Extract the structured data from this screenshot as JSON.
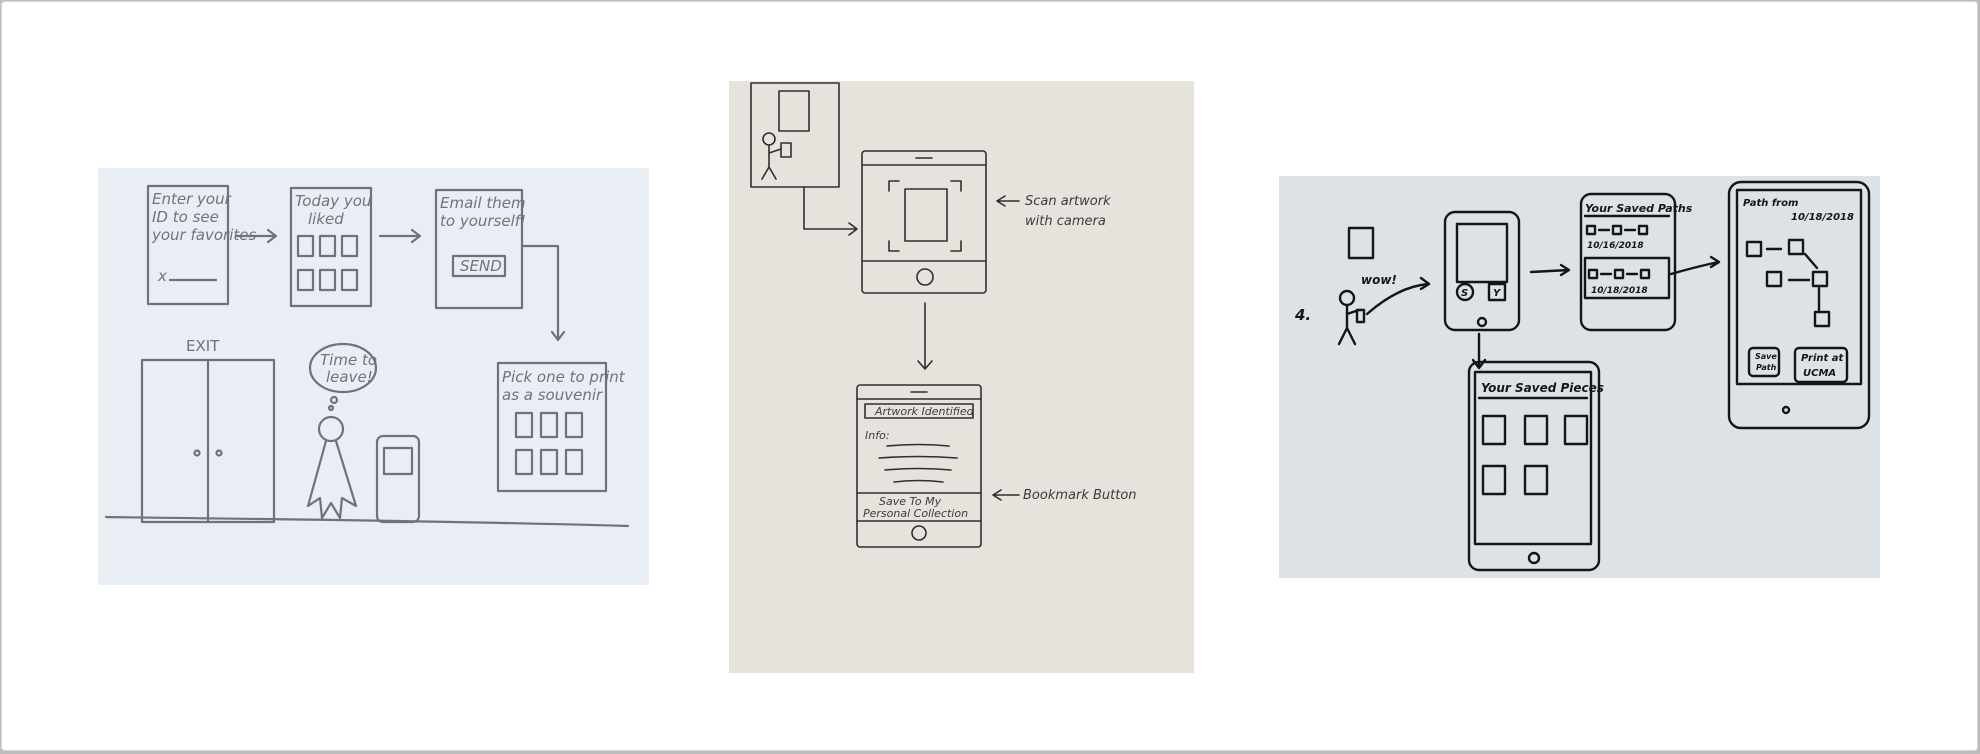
{
  "sketch1": {
    "screen1_text": [
      "Enter your",
      "ID to see",
      "your favorites"
    ],
    "screen1_field_mark": "x",
    "screen2_text": [
      "Today you",
      "liked"
    ],
    "screen3_text": [
      "Email them",
      "to yourself!"
    ],
    "send_button": "SEND",
    "exit_sign": "EXIT",
    "thought_bubble": [
      "Time to",
      "leave!"
    ],
    "kiosk_text": [
      "Pick one to print",
      "as a souvenir"
    ]
  },
  "sketch2": {
    "scan_note": [
      "Scan artwork",
      "with camera"
    ],
    "artwork_identified": "Artwork Identified",
    "info_label": "Info:",
    "save_button": [
      "Save To My",
      "Personal Collection"
    ],
    "bookmark_note": "Bookmark Button"
  },
  "sketch3": {
    "step_number": "4.",
    "exclamation": "wow!",
    "saved_paths_title": "Your Saved Paths",
    "path_date_1": "10/16/2018",
    "path_date_2": "10/18/2018",
    "detail_title": "Path from",
    "detail_date": "10/18/2018",
    "share_button": [
      "Save",
      "Path"
    ],
    "print_button": [
      "Print at",
      "UCMA"
    ],
    "saved_pieces_title": "Your Saved Pieces",
    "phone_button_left": "S",
    "phone_button_right": "Y"
  }
}
